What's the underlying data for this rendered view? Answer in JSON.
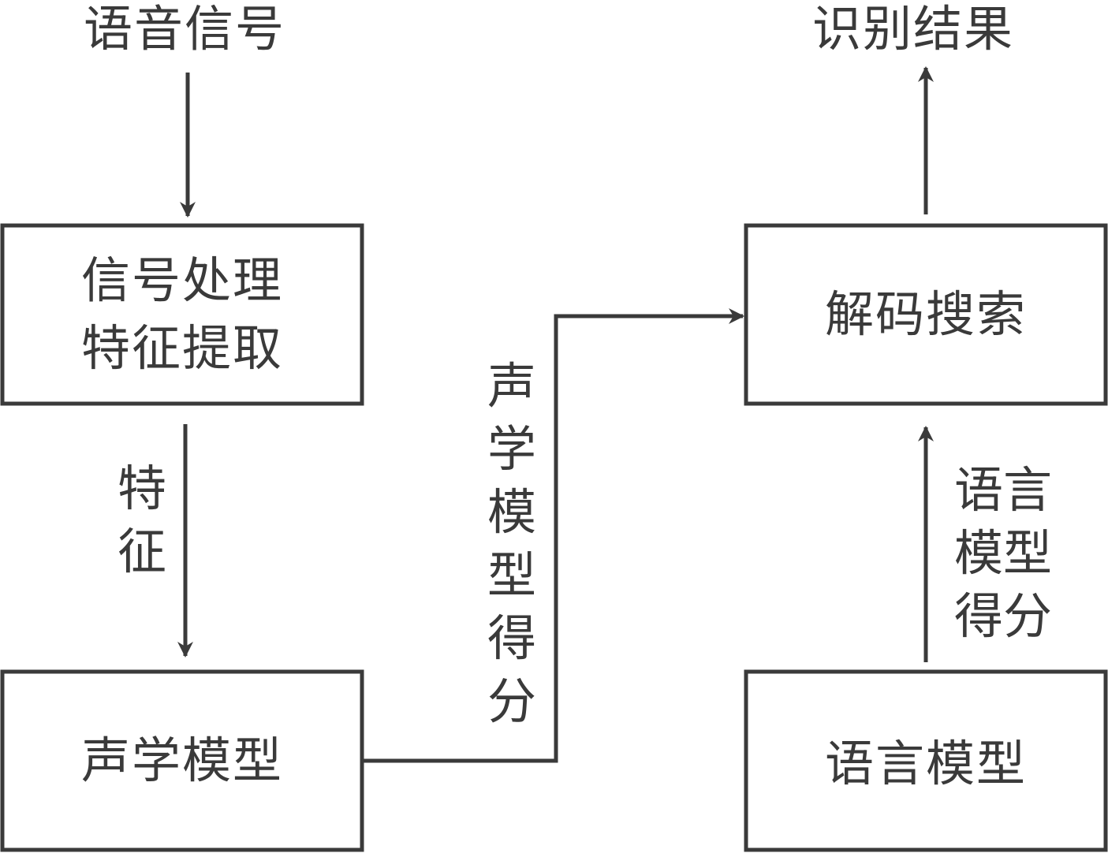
{
  "diagram": {
    "input_label": "语音信号",
    "output_label": "识别结果",
    "nodes": {
      "signal_processing": {
        "line1": "信号处理",
        "line2": "特征提取"
      },
      "acoustic_model": {
        "label": "声学模型"
      },
      "decoder_search": {
        "label": "解码搜索"
      },
      "language_model": {
        "label": "语言模型"
      }
    },
    "edge_labels": {
      "features": "特\n征",
      "acoustic_score": "声\n学\n模\n型\n得\n分",
      "language_score": "语言\n模型\n得分"
    },
    "colors": {
      "stroke": "#3a3a3a",
      "text": "#3a3a3a",
      "background": "#ffffff"
    }
  }
}
